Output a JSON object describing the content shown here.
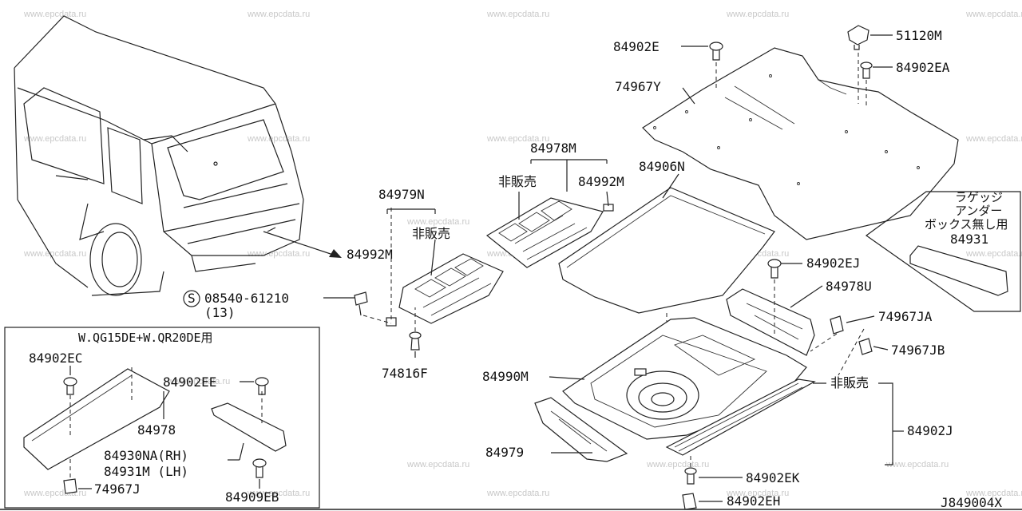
{
  "watermark": "www.epcdata.ru",
  "diagram_code": "J849004X",
  "inset": {
    "title": "W.QG15DE+W.QR20DE用"
  },
  "note_box": {
    "lines": [
      "ラゲッジ",
      "アンダー",
      "ボックス無し用"
    ]
  },
  "callouts": {
    "p84902E": "84902E",
    "p51120M": "51120M",
    "p84902EA": "84902EA",
    "p74967Y": "74967Y",
    "p84978M": "84978M",
    "p84906N": "84906N",
    "p84992M_top": "84992M",
    "hihanbai_top": "非販売",
    "p84979N": "84979N",
    "hihanbai_mid": "非販売",
    "p84992M_left": "84992M",
    "p84931": "84931",
    "p84902EJ": "84902EJ",
    "p84978U": "84978U",
    "p74967JA": "74967JA",
    "p74967JB": "74967JB",
    "hihanbai_right": "非販売",
    "p84902J": "84902J",
    "p84990M": "84990M",
    "p84979": "84979",
    "p84902EK": "84902EK",
    "p84902EH": "84902EH",
    "p74816F": "74816F",
    "screw_code": "08540-61210",
    "screw_qty": "(13)",
    "screw_symbol": "S",
    "p84902EC": "84902EC",
    "p84902EE": "84902EE",
    "p84978": "84978",
    "p84930NA": "84930NA(RH)",
    "p84931M": "84931M (LH)",
    "p74967J": "74967J",
    "p84909EB": "84909EB"
  }
}
